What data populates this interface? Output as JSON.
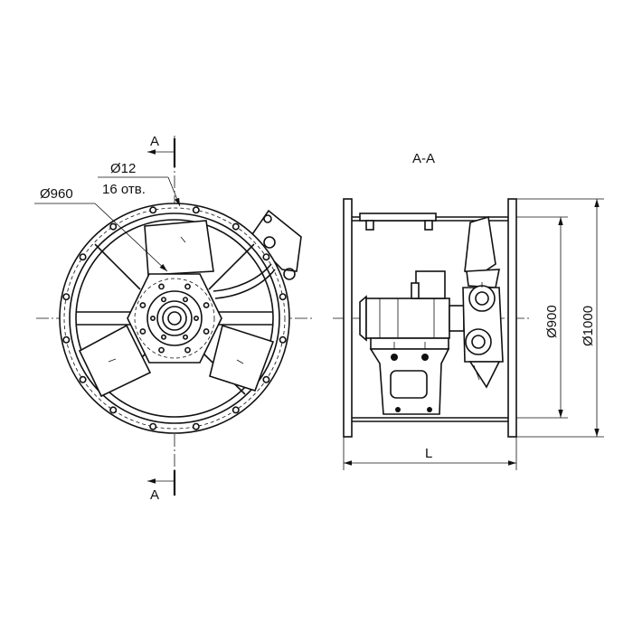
{
  "front_view": {
    "section_mark_top": "A",
    "section_mark_bottom": "A",
    "dim_outer_diameter": "Ø960",
    "dim_hole_diameter": "Ø12",
    "dim_hole_count": "16 отв."
  },
  "section_view": {
    "title": "A-A",
    "dim_inner_diameter": "Ø900",
    "dim_flange_diameter": "Ø1000",
    "dim_length": "L"
  }
}
